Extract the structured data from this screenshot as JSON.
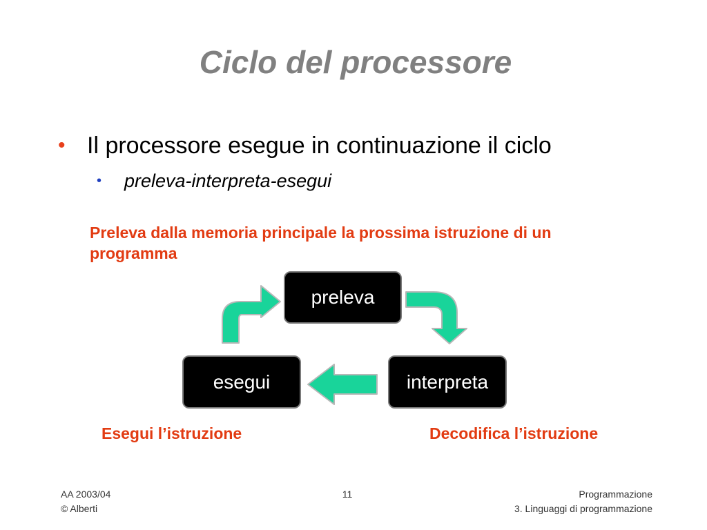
{
  "title": "Ciclo del processore",
  "bullets": {
    "level1": "Il processore esegue in continuazione il ciclo",
    "level2": "preleva-interpreta-esegui",
    "dot1": "•",
    "dot2": "•"
  },
  "diagram": {
    "nodes": {
      "preleva": "preleva",
      "esegui": "esegui",
      "interpreta": "interpreta"
    },
    "notes": {
      "preleva": "Preleva dalla memoria principale la prossima istruzione di un programma",
      "esegui": "Esegui l’istruzione",
      "interpreta": "Decodifica l’istruzione"
    }
  },
  "footer": {
    "year": "AA 2003/04",
    "author": "© Alberti",
    "page": "11",
    "course": "Programmazione",
    "chapter": "3. Linguaggi di programmazione"
  },
  "colors": {
    "title": "#808080",
    "note": "#e23b12",
    "arrow_fill": "#19d49a",
    "arrow_stroke": "#b7b7b7",
    "box_fill": "#000000"
  }
}
